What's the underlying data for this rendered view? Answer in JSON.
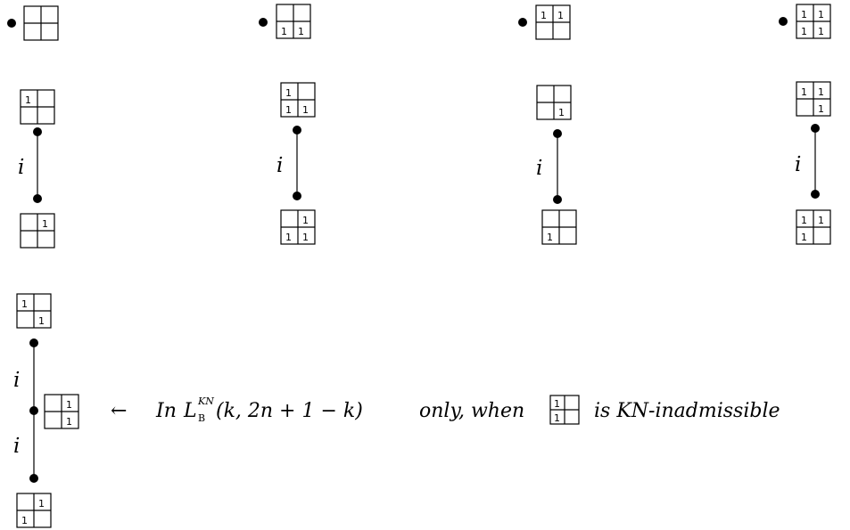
{
  "diagram": {
    "tableau_entry": "1",
    "edge_label": "i",
    "annotation": {
      "arrow": "←",
      "text_before_symbol": "In",
      "symbol_base": "L",
      "symbol_superscript": "KN",
      "symbol_subscript": "B",
      "symbol_args": "(k, 2n + 1 − k)",
      "text_after_symbol": "only, when",
      "text_after_tableau": "is KN-inadmissible"
    }
  }
}
